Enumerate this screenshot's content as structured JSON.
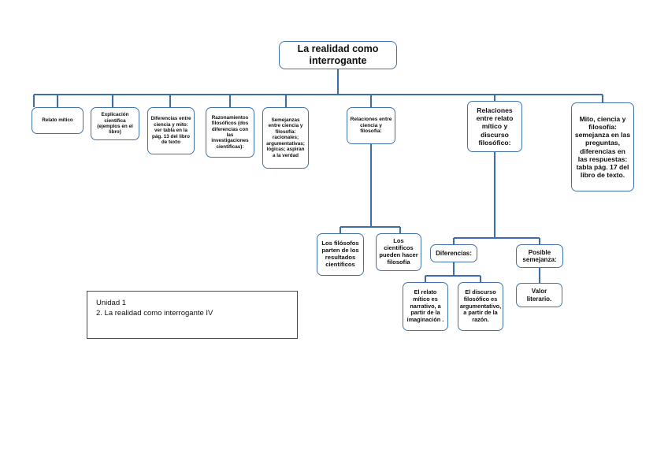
{
  "diagram": {
    "title": "La realidad como interrogante",
    "root": {
      "label": "La realidad como interrogante"
    },
    "level1": [
      {
        "id": "relato-mitico",
        "label": "Relato mítico"
      },
      {
        "id": "explicacion-cientifica",
        "label": "Explicación científica (ejemplos en el libro)"
      },
      {
        "id": "diferencias-ciencia-mito",
        "label": "Diferencias entre ciencia y mito: ver tabla en la pág. 13 del libro de texto"
      },
      {
        "id": "razonamientos-filosoficos",
        "label": "Razonamientos filosóficos (dos diferencias con las investigaciones científicas):"
      },
      {
        "id": "semejanzas-ciencia-filosofia",
        "label": "Semejanzas entre ciencia y filosofía: racionales; argumentativas; lógicas; aspiran a la verdad"
      },
      {
        "id": "relaciones-ciencia-filosofia",
        "label": "Relaciones entre ciencia y filosofía:"
      },
      {
        "id": "relaciones-relato-discurso",
        "label": "Relaciones entre relato mítico y discurso filosófico:"
      },
      {
        "id": "mito-ciencia-filosofia",
        "label": "Mito, ciencia y filosofía: semejanza en las preguntas, diferencias en las respuestas: tabla pág. 17 del libro de texto."
      }
    ],
    "level2": [
      {
        "id": "filosofos-parten",
        "label": "Los filósofos parten de los resultados científicos"
      },
      {
        "id": "cientificos-filosofia",
        "label": "Los científicos pueden hacer filosofía"
      },
      {
        "id": "diferencias",
        "label": "Diferencias:"
      },
      {
        "id": "posible-semejanza",
        "label": "Posible semejanza:"
      }
    ],
    "level3": [
      {
        "id": "relato-narrativo",
        "label": "El relato mítico es narrativo, a partir de la imaginación ."
      },
      {
        "id": "discurso-argumentativo",
        "label": "El discurso filosófico es argumentativo, a partir de la razón."
      },
      {
        "id": "valor-literario",
        "label": "Valor literario."
      }
    ],
    "caption": {
      "line1": "Unidad 1",
      "line2": "2. La realidad como interrogante IV"
    },
    "colors": {
      "node_border": "#4472a8",
      "connector": "#3d6ea5",
      "caption_border": "#4a4a4a",
      "text": "#0d0d0d",
      "background": "#ffffff"
    }
  }
}
